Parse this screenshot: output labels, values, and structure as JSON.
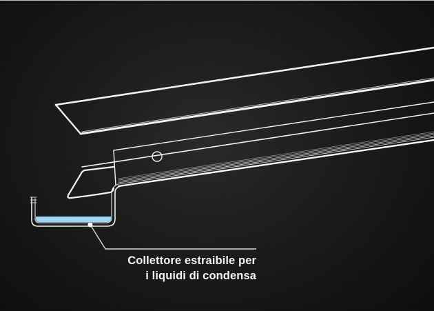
{
  "figure": {
    "subject": "drip-tray-cross-section",
    "colors": {
      "background_center": "#2a2a2a",
      "background_edge": "#0e0e0e",
      "line": "#f2f2f2",
      "liquid": "#9dd6f2"
    }
  },
  "callout": {
    "line1": "Collettore estraibile per",
    "line2": "i liquidi di condensa"
  }
}
